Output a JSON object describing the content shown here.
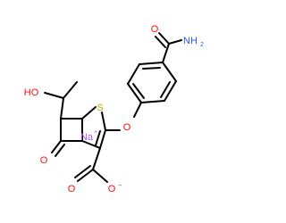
{
  "colors": {
    "bond": "#000000",
    "oxygen": "#ff0d0d",
    "nitrogen": "#3050f8",
    "sulfur": "#c9a400",
    "sodium": "#ab5cf2"
  },
  "labels": {
    "amide_o": "O",
    "amide_n": "NH",
    "amide_n_sub": "2",
    "ether_o": "O",
    "sulfur": "S",
    "hydroxyl": "HO",
    "sodium": "Na",
    "sodium_charge": "+",
    "nitrogen": "N",
    "lactam_o": "O",
    "carboxyl_o_double": "O",
    "carboxyl_o_minus": "O",
    "carboxyl_charge": "−"
  }
}
